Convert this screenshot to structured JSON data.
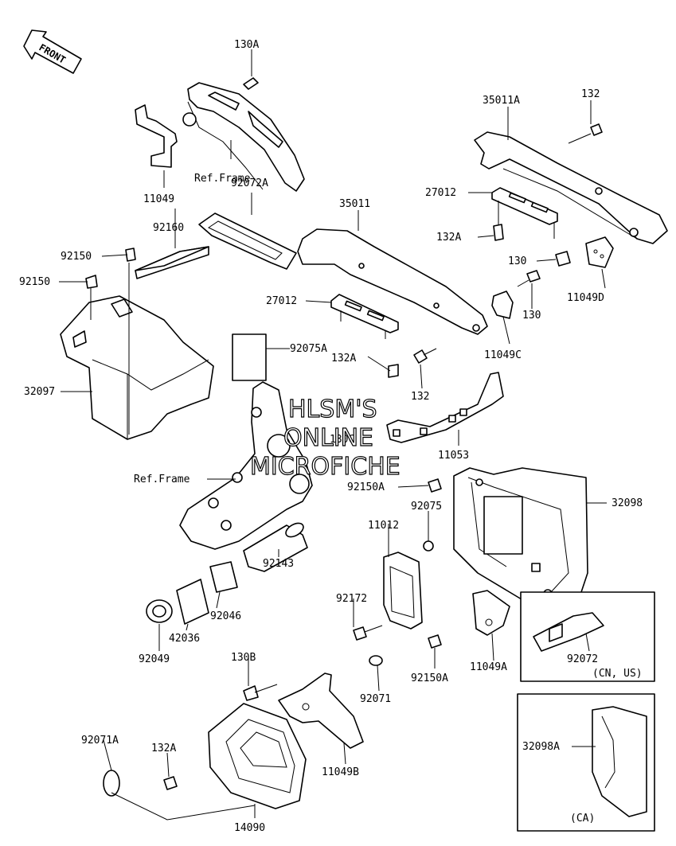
{
  "front_arrow": {
    "text": "FRONT"
  },
  "watermark": [
    "HLSM'S",
    "ONLINE",
    "MICROFICHE"
  ],
  "callouts": {
    "p130A": "130A",
    "p11049": "11049",
    "p_ref_frame_top": "Ref.Frame",
    "p35011A": "35011A",
    "p132_top": "132",
    "p27012_right": "27012",
    "p132A_mid": "132A",
    "p130_mid": "130",
    "p11049D": "11049D",
    "p92072A": "92072A",
    "p35011": "35011",
    "p92160": "92160",
    "p92150_a": "92150",
    "p92150_b": "92150",
    "p27012_left": "27012",
    "p130_right": "130",
    "p11049C": "11049C",
    "p92075A": "92075A",
    "p132A_low": "132A",
    "p132_low": "132",
    "p32097": "32097",
    "p130C": "130C",
    "p11053": "11053",
    "p_ref_frame_mid": "Ref.Frame",
    "p92150A_top": "92150A",
    "p32098": "32098",
    "p92075": "92075",
    "p11012": "11012",
    "p92143": "92143",
    "p92172": "92172",
    "p92046": "92046",
    "p42036": "42036",
    "p92049": "92049",
    "p11049A": "11049A",
    "p92150A_low": "92150A",
    "p92072": "92072",
    "p_cn_us": "(CN, US)",
    "p92071": "92071",
    "p130B": "130B",
    "p92071A": "92071A",
    "p132A_bottom": "132A",
    "p11049B": "11049B",
    "p14090": "14090",
    "p32098A": "32098A",
    "p_ca": "(CA)"
  }
}
